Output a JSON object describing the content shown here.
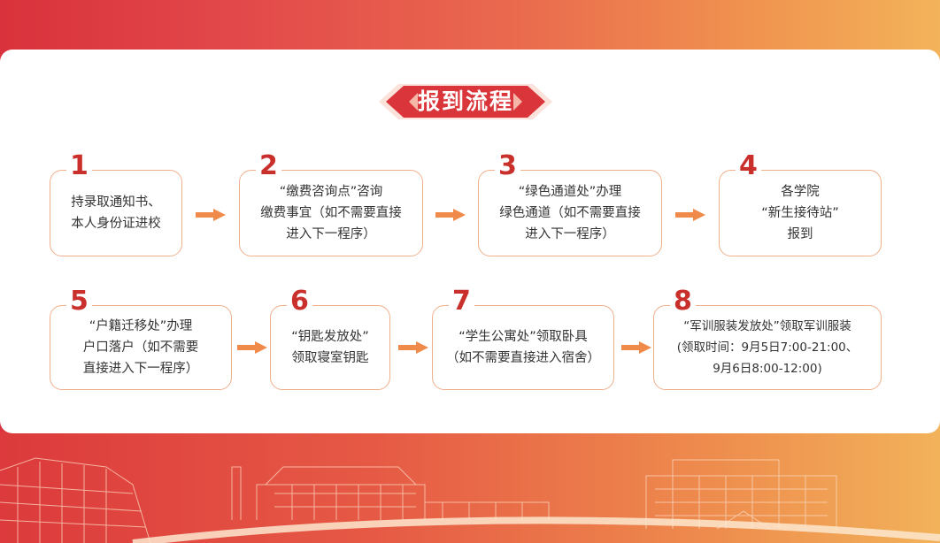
{
  "title": "报到流程",
  "colors": {
    "accent": "#c9302c",
    "border": "#f0b08c",
    "arrow": "#f08a4a",
    "text": "#333333"
  },
  "icons": {
    "step_arrow": "right-arrow-icon"
  },
  "steps": [
    {
      "num": "1",
      "lines": [
        "持录取通知书、",
        "本人身份证进校"
      ]
    },
    {
      "num": "2",
      "lines": [
        "“缴费咨询点”咨询",
        "缴费事宜（如不需要直接",
        "进入下一程序）"
      ]
    },
    {
      "num": "3",
      "lines": [
        "“绿色通道处”办理",
        "绿色通道（如不需要直接",
        "进入下一程序）"
      ]
    },
    {
      "num": "4",
      "lines": [
        "各学院",
        "“新生接待站”",
        "报到"
      ]
    },
    {
      "num": "5",
      "lines": [
        "“户籍迁移处”办理",
        "户口落户（如不需要",
        "直接进入下一程序）"
      ]
    },
    {
      "num": "6",
      "lines": [
        "“钥匙发放处”",
        "领取寝室钥匙"
      ]
    },
    {
      "num": "7",
      "lines": [
        "“学生公寓处”领取卧具",
        "（如不需要直接进入宿舍）"
      ]
    },
    {
      "num": "8",
      "lines": [
        "“军训服装发放处”领取军训服装",
        "(领取时间：9月5日7:00-21:00、",
        "9月6日8:00-12:00)"
      ]
    }
  ]
}
